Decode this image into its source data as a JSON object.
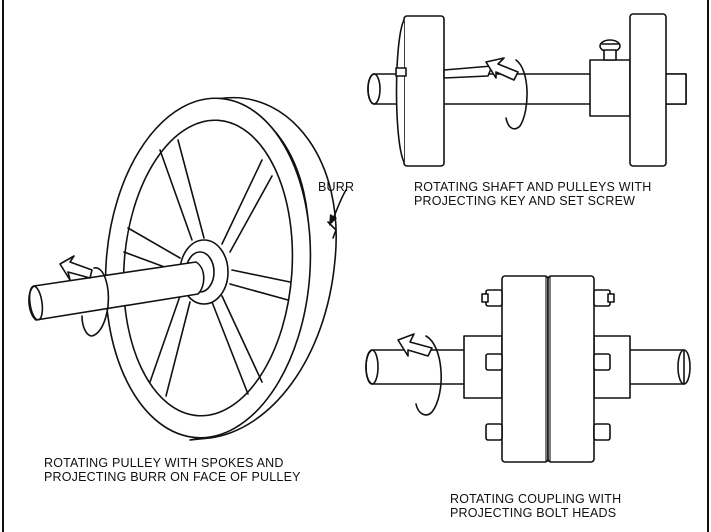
{
  "diagram": {
    "pulley": {
      "burr_label": "BURR",
      "caption_lines": [
        "ROTATING PULLEY WITH SPOKES AND",
        "PROJECTING BURR ON FACE OF PULLEY"
      ]
    },
    "shaft": {
      "caption_lines": [
        "ROTATING SHAFT AND PULLEYS WITH",
        "PROJECTING KEY AND SET SCREW"
      ]
    },
    "coupling": {
      "caption_lines": [
        "ROTATING COUPLING WITH",
        "PROJECTING BOLT HEADS"
      ]
    }
  }
}
